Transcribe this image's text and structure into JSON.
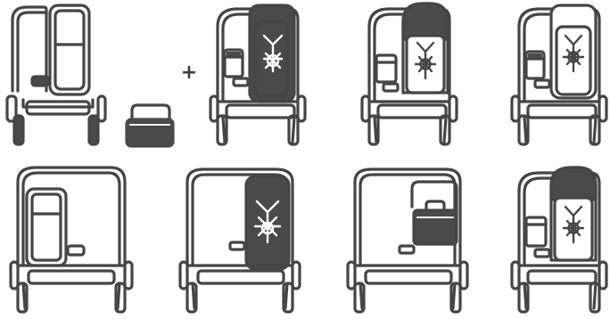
{
  "diagram": {
    "plus_sign": "+",
    "colors": {
      "outline": "#454545",
      "fill_dark": "#4a4a4a",
      "background": "#ffffff"
    },
    "panels": [
      {
        "id": "single-frame-with-cot",
        "icon": "stroller-frame-with-carrycot-icon"
      },
      {
        "id": "add-on-bassinet",
        "icon": "bassinet-accessory-icon"
      },
      {
        "id": "twin-seat-dark-right",
        "icon": "twin-stroller-dark-seat-right-icon"
      },
      {
        "id": "twin-seat-hood-right",
        "icon": "twin-stroller-hooded-seat-right-icon"
      },
      {
        "id": "twin-seat-light-right",
        "icon": "twin-stroller-light-seat-right-icon"
      },
      {
        "id": "wide-cot-left",
        "icon": "wide-stroller-cot-left-icon"
      },
      {
        "id": "wide-seat-right",
        "icon": "wide-stroller-seat-right-icon"
      },
      {
        "id": "wide-bassinet-right",
        "icon": "wide-stroller-bassinet-right-icon"
      },
      {
        "id": "twin-seat-hood-right-2",
        "icon": "twin-stroller-hooded-seat-right-alt-icon"
      }
    ]
  }
}
